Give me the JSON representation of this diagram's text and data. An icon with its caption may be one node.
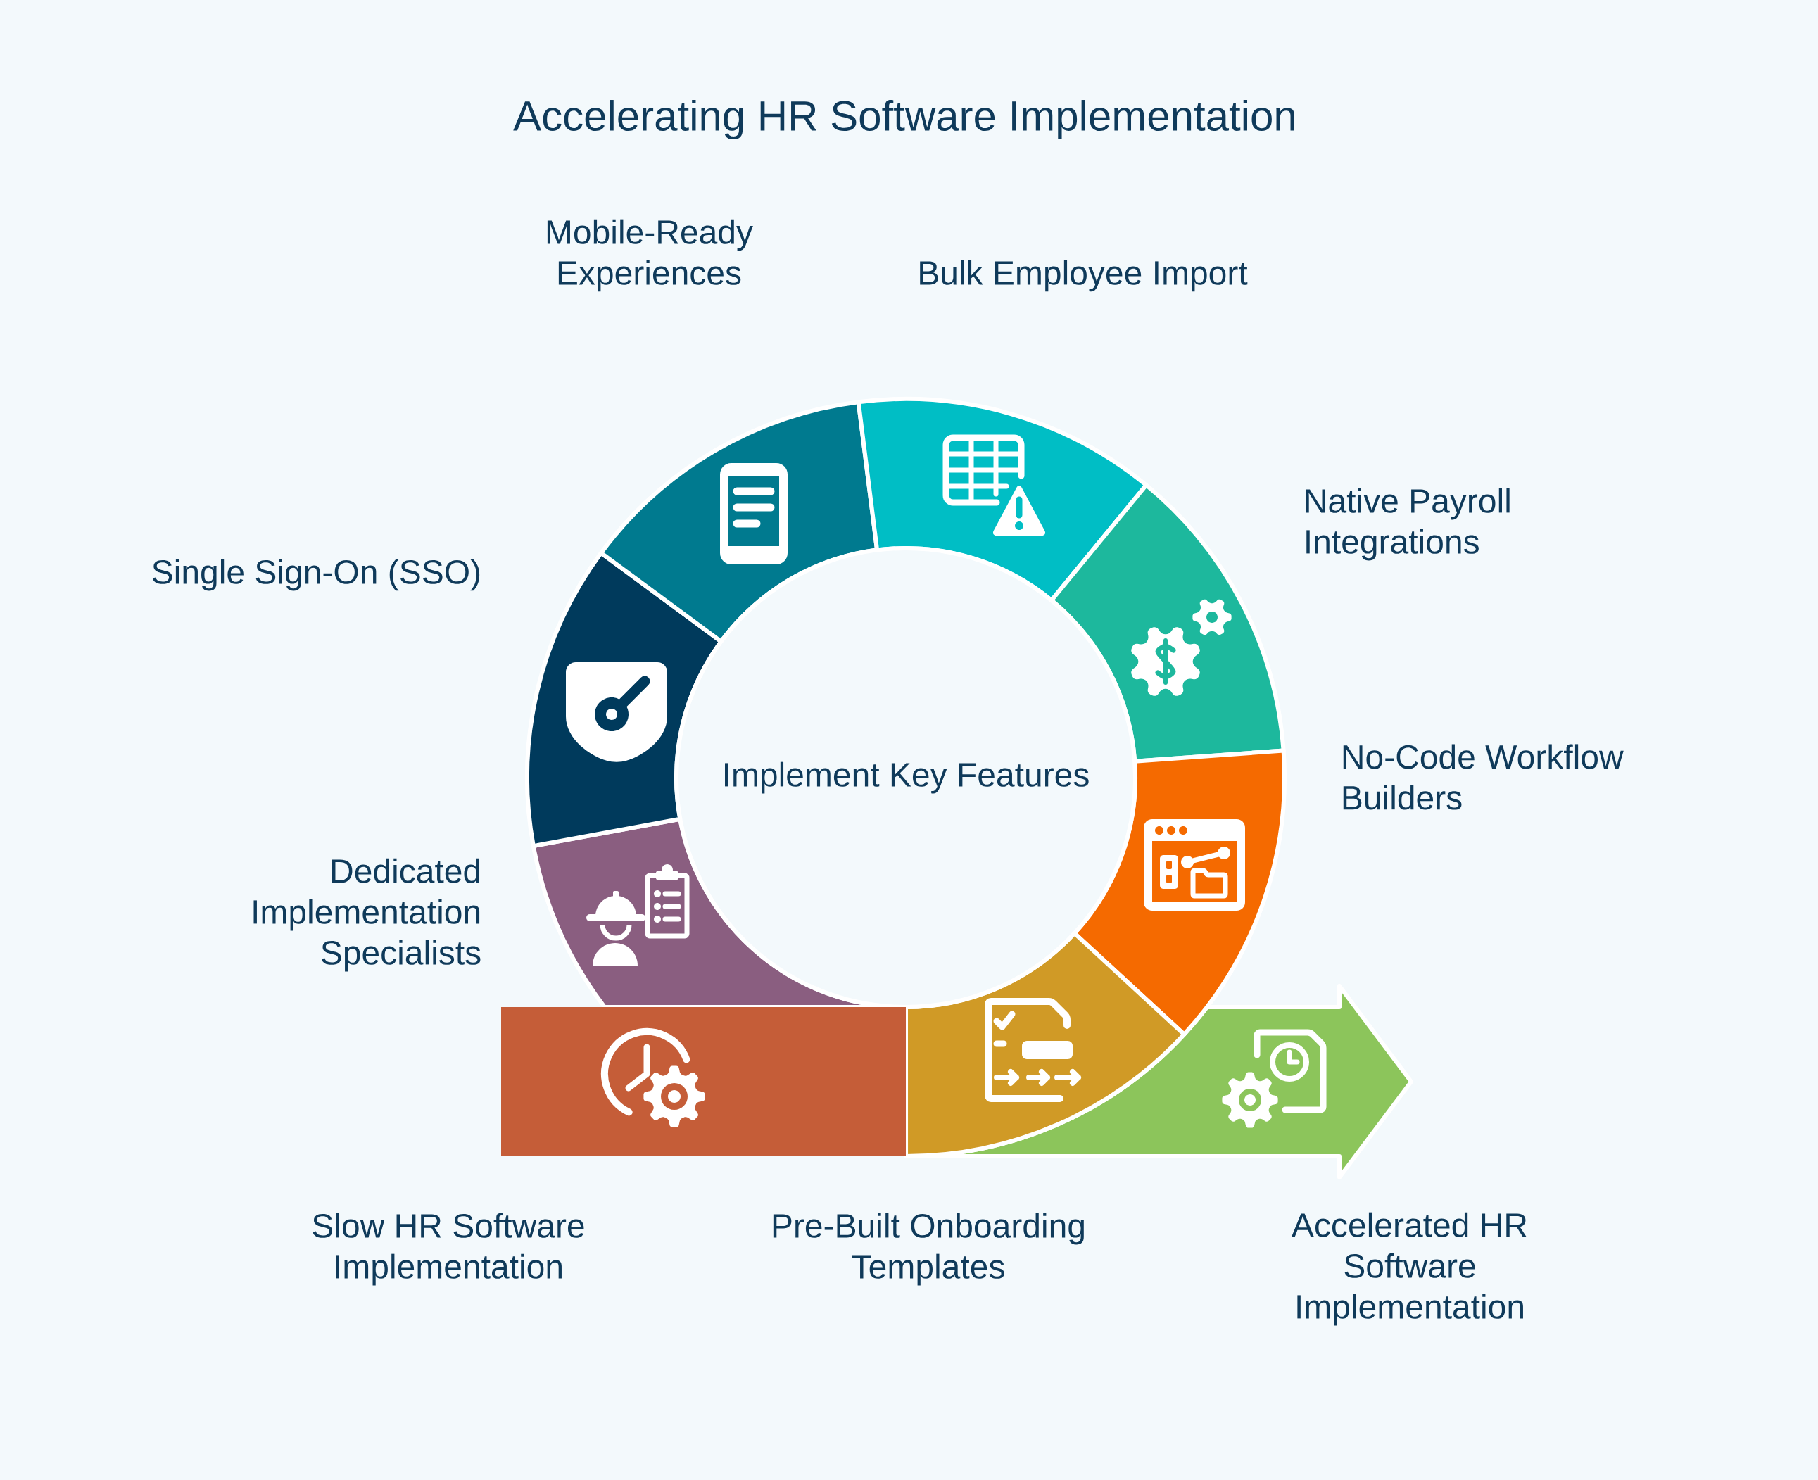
{
  "diagram": {
    "title": "Accelerating HR Software Implementation",
    "nodes": [
      {
        "text": [
          "Slow HR Software Implementation"
        ]
      },
      {
        "text": [
          "Implement Key Features"
        ]
      },
      {
        "text": [
          "Dedicated Implementation Specialists"
        ]
      },
      {
        "text": [
          "Single Sign-On (SSO)"
        ]
      },
      {
        "text": [
          "Mobile-Ready Experiences"
        ]
      },
      {
        "text": [
          "Bulk Employee Import"
        ]
      },
      {
        "text": [
          "Native Payroll Integrations"
        ]
      },
      {
        "text": [
          "No-Code Workflow Builders"
        ]
      },
      {
        "text": [
          "Pre-Built Onboarding Templates"
        ]
      },
      {
        "text": [
          "Accelerated HR Software Implementation"
        ]
      }
    ]
  }
}
